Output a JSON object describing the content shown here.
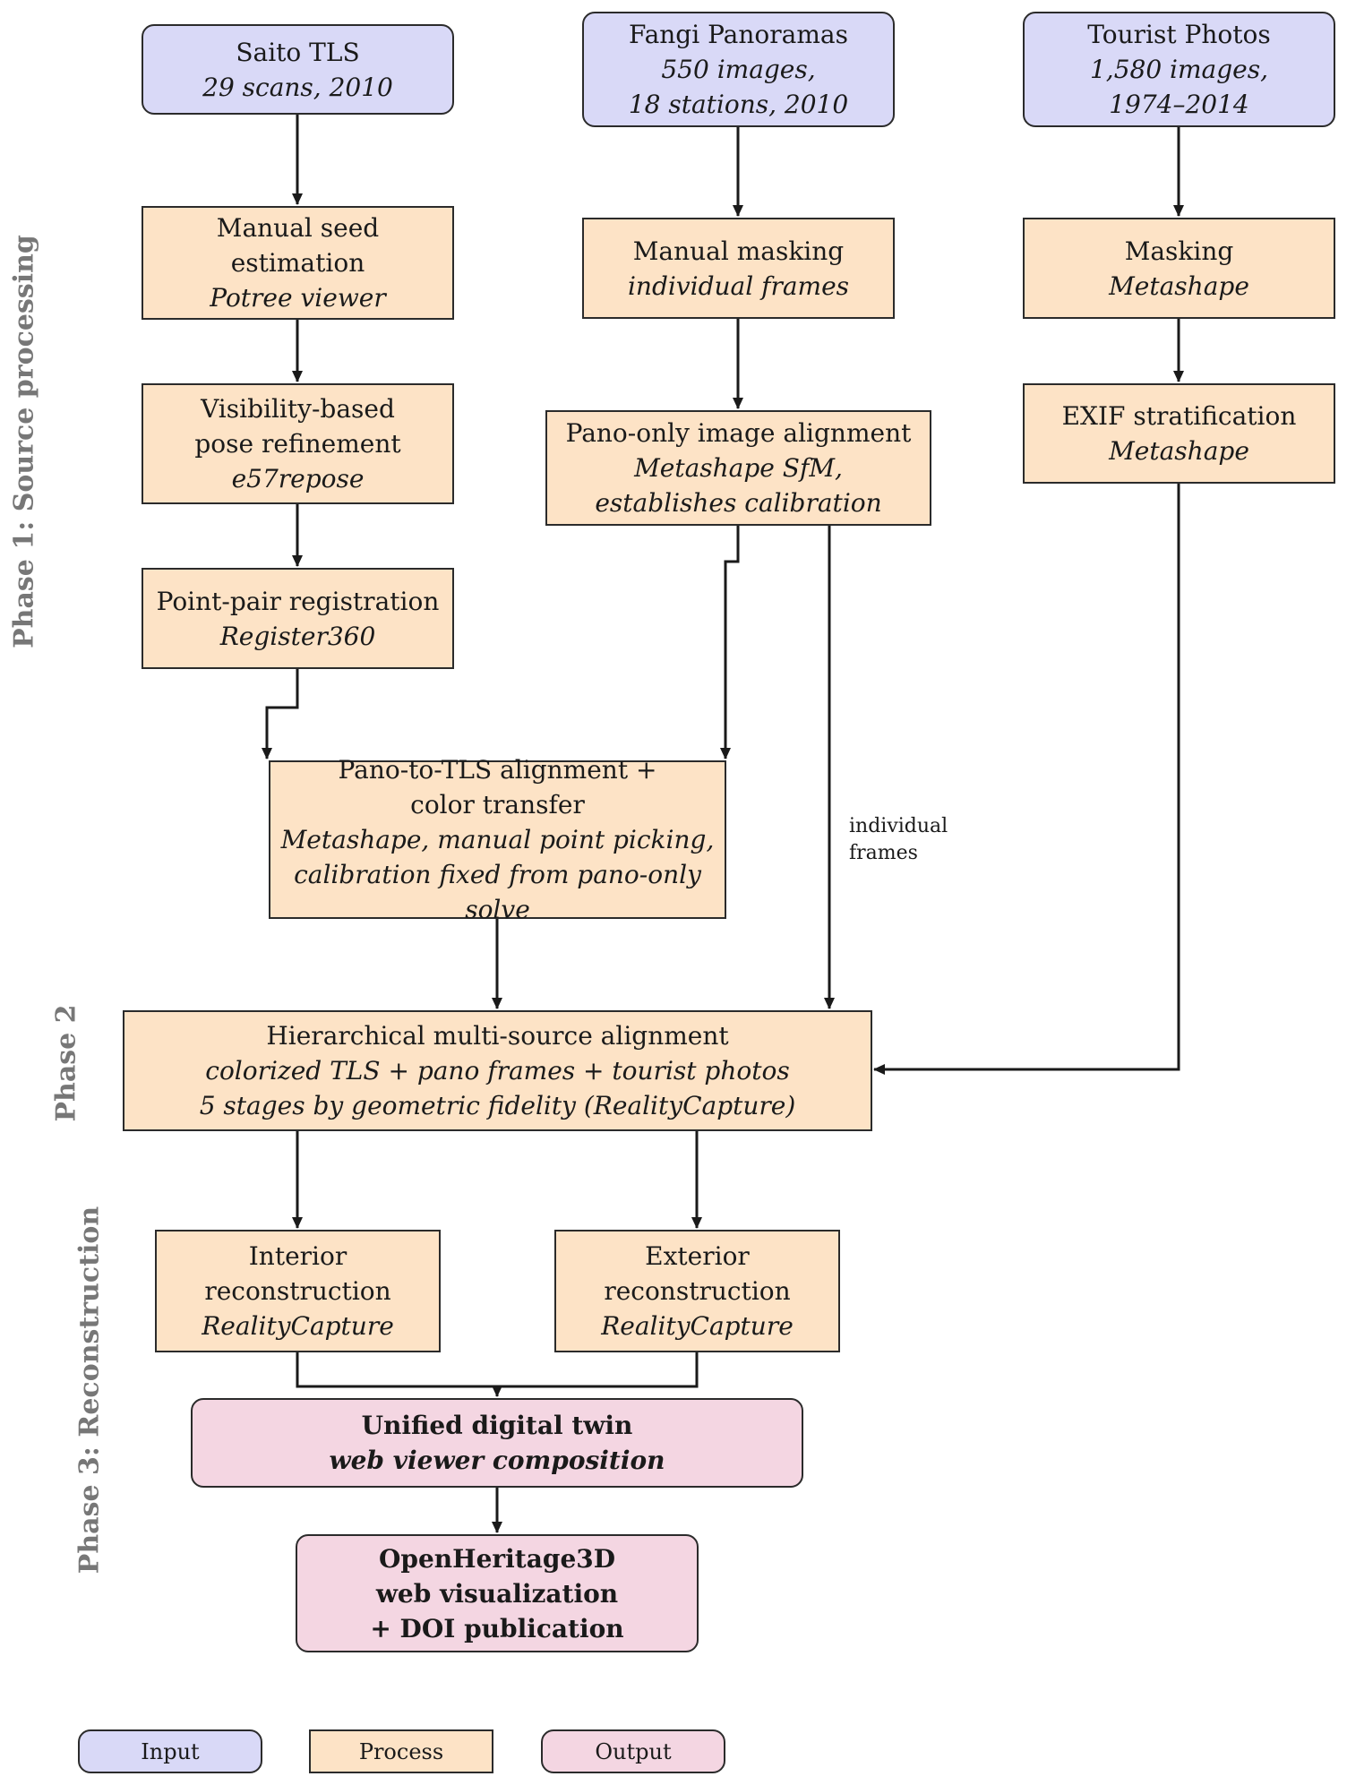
{
  "phases": {
    "p1": "Phase 1: Source processing",
    "p2": "Phase 2",
    "p3": "Phase 3: Reconstruction"
  },
  "nodes": {
    "saito": {
      "title": "Saito TLS",
      "sub": "29 scans, 2010"
    },
    "fangi": {
      "title": "Fangi Panoramas",
      "sub": "550 images,\n18 stations, 2010"
    },
    "tourist": {
      "title": "Tourist Photos",
      "sub": "1,580 images,\n1974–2014"
    },
    "seed": {
      "title": "Manual seed\nestimation",
      "sub": "Potree viewer"
    },
    "mask_manual": {
      "title": "Manual masking",
      "sub": "individual frames"
    },
    "mask": {
      "title": "Masking",
      "sub": "Metashape"
    },
    "vis": {
      "title": "Visibility-based\npose refinement",
      "sub": "e57repose"
    },
    "pano_align": {
      "title": "Pano-only image alignment",
      "sub": "Metashape SfM,\nestablishes calibration"
    },
    "exif": {
      "title": "EXIF stratification",
      "sub": "Metashape"
    },
    "ppr": {
      "title": "Point-pair registration",
      "sub": "Register360"
    },
    "pano_tls": {
      "title": "Pano-to-TLS alignment +\ncolor transfer",
      "sub": "Metashape, manual point picking,\ncalibration fixed from pano-only solve"
    },
    "hier": {
      "title": "Hierarchical multi-source alignment",
      "sub": "colorized TLS + pano frames + tourist photos\n5 stages by geometric fidelity (RealityCapture)"
    },
    "interior": {
      "title": "Interior\nreconstruction",
      "sub": "RealityCapture"
    },
    "exterior": {
      "title": "Exterior\nreconstruction",
      "sub": "RealityCapture"
    },
    "twin": {
      "title": "Unified digital twin",
      "sub": "web viewer composition"
    },
    "oh3d": {
      "title": "OpenHeritage3D\nweb visualization\n+ DOI publication",
      "sub": ""
    }
  },
  "edge_labels": {
    "frames": "individual\nframes"
  },
  "legend": {
    "input": "Input",
    "process": "Process",
    "output": "Output"
  },
  "colors": {
    "input": "#d9d9f7",
    "process": "#fde3c6",
    "output": "#f4d6e2",
    "stroke": "#1a1a1a"
  }
}
